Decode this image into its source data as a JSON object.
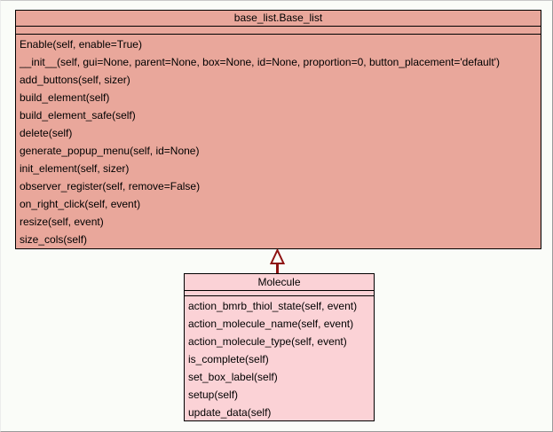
{
  "diagram": {
    "type": "uml-class-diagram",
    "background_color": "#fafcf8",
    "border_color": "#000000",
    "classes": [
      {
        "name": "base_list.Base_list",
        "fill_color": "#e9a79b",
        "attributes": [],
        "methods": [
          "Enable(self, enable=True)",
          "__init__(self, gui=None, parent=None, box=None, id=None, proportion=0, button_placement='default')",
          "add_buttons(self, sizer)",
          "build_element(self)",
          "build_element_safe(self)",
          "delete(self)",
          "generate_popup_menu(self, id=None)",
          "init_element(self, sizer)",
          "observer_register(self, remove=False)",
          "on_right_click(self, event)",
          "resize(self, event)",
          "size_cols(self)"
        ]
      },
      {
        "name": "Molecule",
        "fill_color": "#fbd2d6",
        "attributes": [],
        "methods": [
          "action_bmrb_thiol_state(self, event)",
          "action_molecule_name(self, event)",
          "action_molecule_type(self, event)",
          "is_complete(self)",
          "set_box_label(self)",
          "setup(self)",
          "update_data(self)"
        ]
      }
    ],
    "relations": [
      {
        "type": "inheritance",
        "from": "Molecule",
        "to": "base_list.Base_list",
        "arrow_color": "#8e1212"
      }
    ]
  }
}
